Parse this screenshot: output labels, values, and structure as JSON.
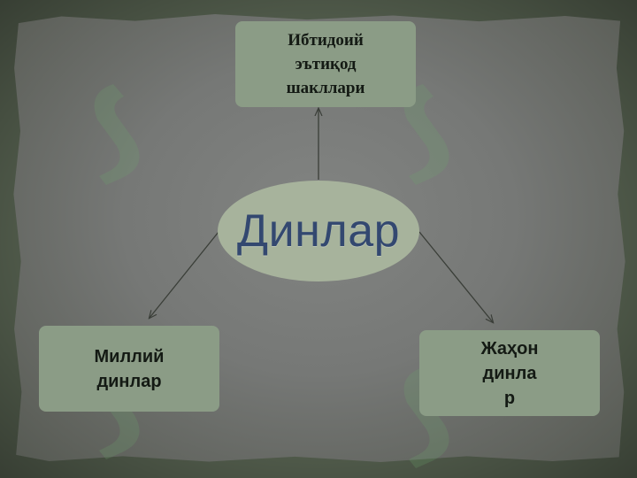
{
  "diagram": {
    "center": {
      "label": "Динлар"
    },
    "top_box": {
      "lines": [
        "Ибтидоий",
        "эътиқод",
        "шакллари"
      ]
    },
    "left_box": {
      "lines": [
        "Миллий",
        "динлар"
      ]
    },
    "right_box": {
      "lines": [
        "Жаҳон",
        "динла",
        "р"
      ]
    }
  },
  "colors": {
    "background": "#55604f",
    "paper": "#7a7c79",
    "box_fill": "#8b9c86",
    "ellipse_fill": "#a7b39c",
    "center_text": "#334870",
    "arrow": "#3a3e38"
  }
}
